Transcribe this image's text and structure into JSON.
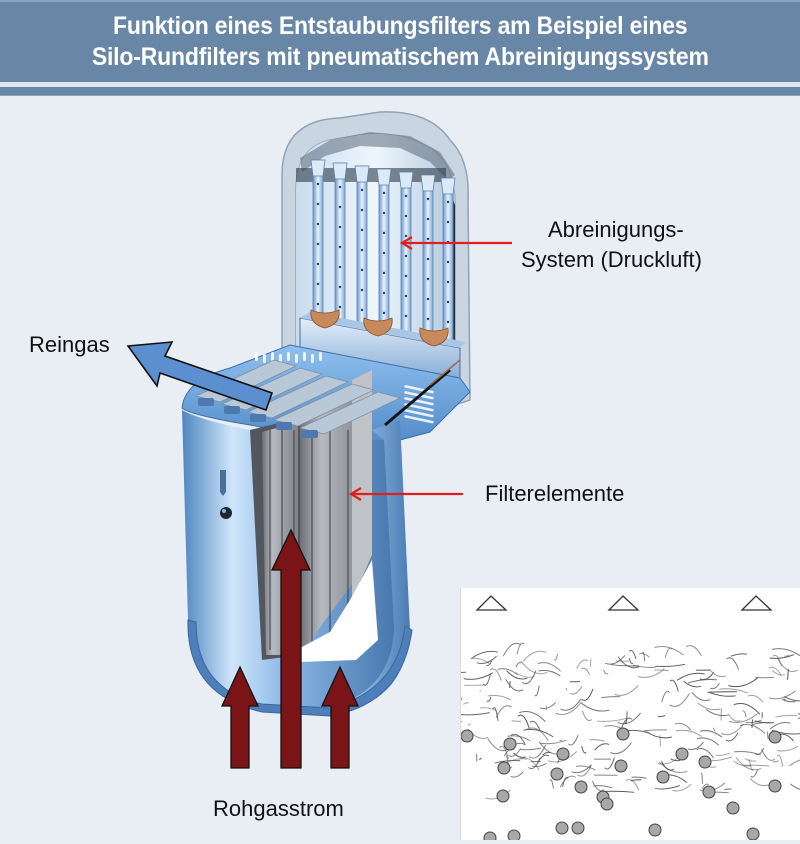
{
  "header": {
    "title_line_1": "Funktion eines Entstaubungsfilters am Beispiel eines",
    "title_line_2": "Silo-Rundfilters mit pneumatischem Abreinigungssystem"
  },
  "labels": {
    "cleaning_system_line_1": "Abreinigungs-",
    "cleaning_system_line_2": "System (Druckluft)",
    "clean_gas": "Reingas",
    "filter_elements": "Filterelemente",
    "raw_gas_flow": "Rohgasstrom"
  },
  "colors": {
    "header_bg": "#6886a6",
    "page_bg": "#e9eef5",
    "callout_arrow": "#e02020",
    "raw_gas_arrow": "#7a1416",
    "clean_gas_arrow": "#5b8fd0",
    "silo_blue": "#7fb0e0",
    "filter_gray": "#9a9ea4",
    "dust_particle": "#a8a8a8"
  },
  "icons": {
    "clean_gas_arrow": "arrow-up-left",
    "raw_gas_arrows": "arrow-up",
    "callout_arrows": "arrow-left",
    "filter_media_markers": "triangle-outline"
  }
}
